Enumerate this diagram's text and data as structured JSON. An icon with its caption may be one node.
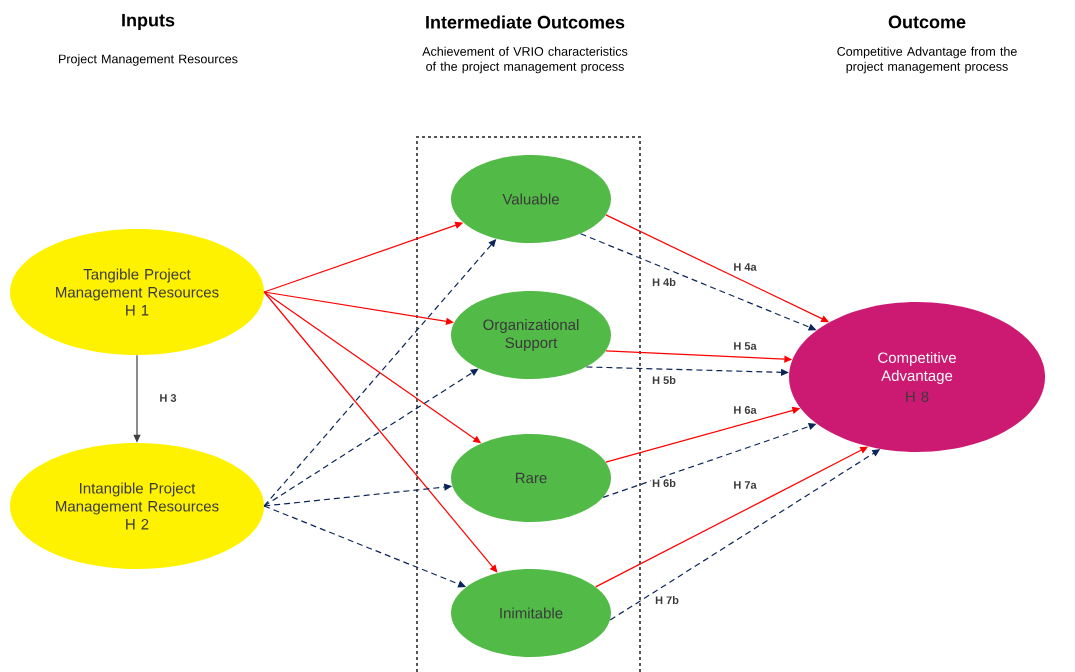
{
  "diagram": {
    "nodes": [
      {
        "text": [
          "Tangible Project Management Resources",
          "H 1"
        ]
      },
      {
        "text": [
          "Intangible Project Management Resources",
          "H 2"
        ]
      },
      {
        "text": [],
        "shape": "box"
      },
      {
        "text": [
          "Valuable"
        ],
        "in": 2
      },
      {
        "text": [
          "Organizational Support"
        ],
        "in": 2
      },
      {
        "text": [
          "Rare"
        ],
        "in": 2
      },
      {
        "text": [
          "Inimitable"
        ],
        "in": 2
      },
      {
        "text": [
          "Competitive Advantage",
          "H 8"
        ]
      }
    ],
    "edges": [
      {
        "from": 0,
        "to": 1,
        "arrow": "to",
        "label": "H 3",
        "color": "#404040"
      },
      {
        "from": 0,
        "to": 3,
        "arrow": "to",
        "color": "#ff0000"
      },
      {
        "from": 0,
        "to": 4,
        "arrow": "to",
        "color": "#ff0000"
      },
      {
        "from": 0,
        "to": 5,
        "arrow": "to",
        "color": "#ff0000"
      },
      {
        "from": 0,
        "to": 6,
        "arrow": "to",
        "color": "#ff0000"
      },
      {
        "from": 1,
        "to": 3,
        "arrow": "to",
        "style": "dashed",
        "color": "#0b2559"
      },
      {
        "from": 1,
        "to": 4,
        "arrow": "to",
        "style": "dashed",
        "color": "#0b2559"
      },
      {
        "from": 1,
        "to": 5,
        "arrow": "to",
        "style": "dashed",
        "color": "#0b2559"
      },
      {
        "from": 1,
        "to": 6,
        "arrow": "to",
        "style": "dashed",
        "color": "#0b2559"
      },
      {
        "from": 3,
        "to": 7,
        "arrow": "to",
        "label": "H 4a",
        "color": "#ff0000"
      },
      {
        "from": 3,
        "to": 7,
        "arrow": "to",
        "label": "H 4b",
        "style": "dashed",
        "color": "#0b2559"
      },
      {
        "from": 4,
        "to": 7,
        "arrow": "to",
        "label": "H 5a",
        "color": "#ff0000"
      },
      {
        "from": 4,
        "to": 7,
        "arrow": "to",
        "label": "H 5b",
        "style": "dashed",
        "color": "#0b2559"
      },
      {
        "from": 5,
        "to": 7,
        "arrow": "to",
        "label": "H 6a",
        "color": "#ff0000"
      },
      {
        "from": 5,
        "to": 7,
        "arrow": "to",
        "label": "H 6b",
        "style": "dashed",
        "color": "#0b2559"
      },
      {
        "from": 6,
        "to": 7,
        "arrow": "to",
        "label": "H 7a",
        "color": "#ff0000"
      },
      {
        "from": 6,
        "to": 7,
        "arrow": "to",
        "label": "H 7b",
        "style": "dashed",
        "color": "#0b2559"
      }
    ],
    "labels": [
      "Inputs",
      "Project Management Resources",
      "Intermediate Outcomes",
      "Achievement of VRIO characteristics of the project management process",
      "Outcome",
      "Competitive Advantage from the project management process"
    ]
  }
}
